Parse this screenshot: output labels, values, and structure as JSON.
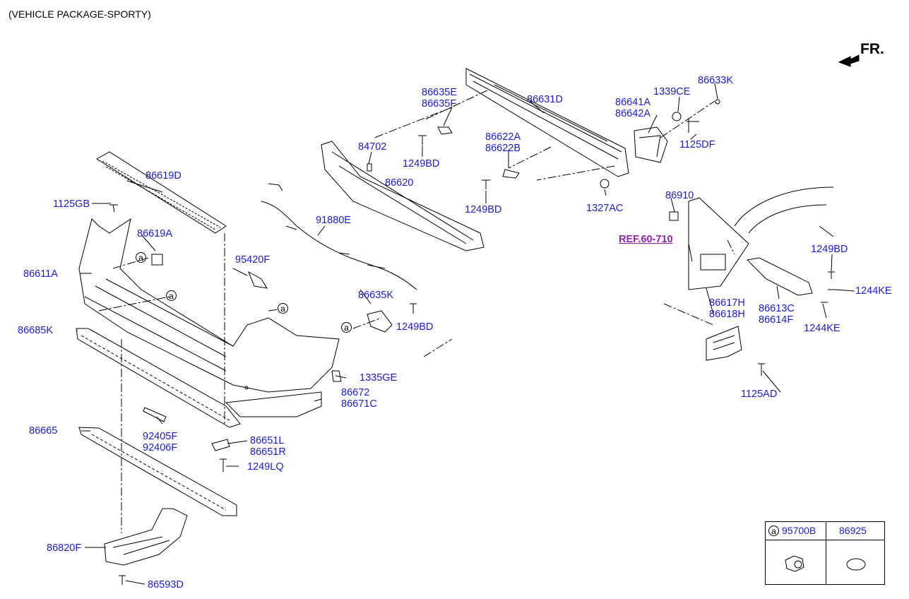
{
  "header": "(VEHICLE PACKAGE-SPORTY)",
  "direction_label": "FR.",
  "reference": "REF.60-710",
  "callout_letter": "a",
  "labels": {
    "p86633K": "86633K",
    "p86641A": "86641A",
    "p86642A": "86642A",
    "p1339CE": "1339CE",
    "p86635E": "86635E",
    "p86635F": "86635F",
    "p86631D": "86631D",
    "p1125DF": "1125DF",
    "p84702": "84702",
    "p86622A": "86622A",
    "p86622B": "86622B",
    "p1249BD_a": "1249BD",
    "p1249BD_b": "1249BD",
    "p1249BD_c": "1249BD",
    "p1249BD_d": "1249BD",
    "p1327AC": "1327AC",
    "p86619D": "86619D",
    "p86620": "86620",
    "p86910": "86910",
    "p1125GB": "1125GB",
    "p86619A": "86619A",
    "p91880E": "91880E",
    "p86611A": "86611A",
    "p95420F": "95420F",
    "p86635K": "86635K",
    "p86685K": "86685K",
    "p1244KE_a": "1244KE",
    "p1244KE_b": "1244KE",
    "p86617H": "86617H",
    "p86618H": "86618H",
    "p86613C": "86613C",
    "p86614F": "86614F",
    "p1335GE": "1335GE",
    "p86672": "86672",
    "p86671C": "86671C",
    "p1125AD": "1125AD",
    "p86665": "86665",
    "p92405F": "92405F",
    "p92406F": "92406F",
    "p86651L": "86651L",
    "p86651R": "86651R",
    "p1249LQ": "1249LQ",
    "p86820F": "86820F",
    "p86593D": "86593D"
  },
  "legend": {
    "col1": "95700B",
    "col2": "86925"
  },
  "colors": {
    "label": "#1a1adb",
    "reference": "#9a1fb5",
    "line": "#000000"
  }
}
